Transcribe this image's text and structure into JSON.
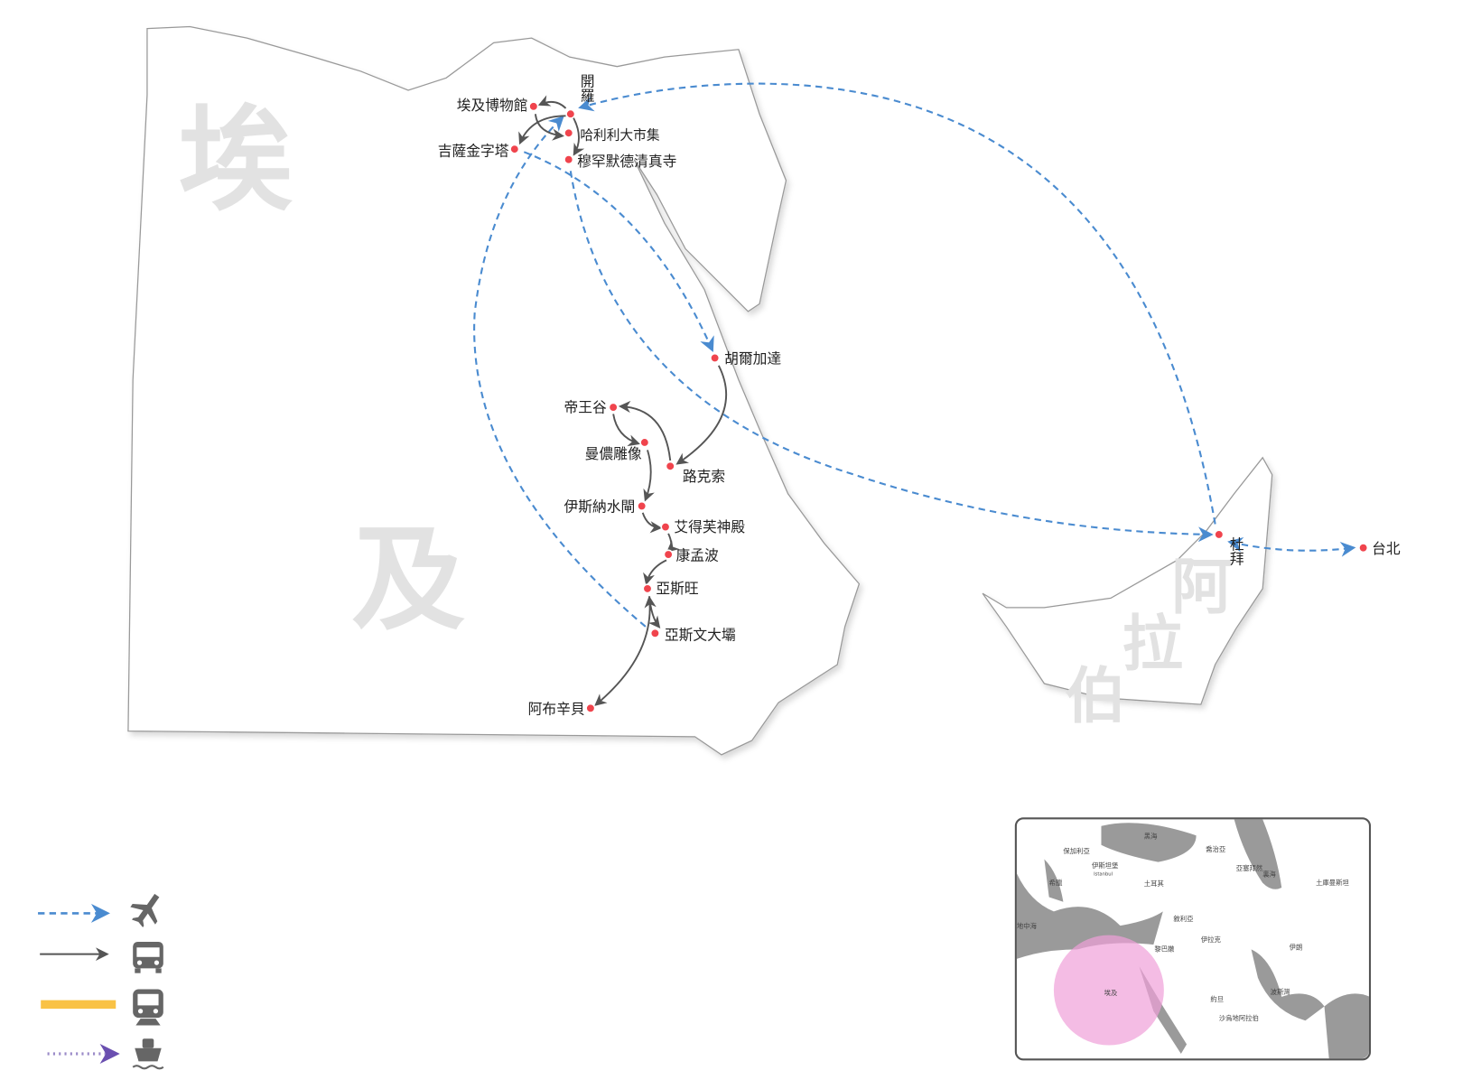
{
  "map": {
    "country_labels": {
      "egypt": [
        "埃",
        "及"
      ],
      "uae": [
        "阿",
        "拉",
        "伯"
      ]
    },
    "places": [
      {
        "id": "cairo",
        "name": "開羅"
      },
      {
        "id": "museum",
        "name": "埃及博物館"
      },
      {
        "id": "khan",
        "name": "哈利利大市集"
      },
      {
        "id": "giza",
        "name": "吉薩金字塔"
      },
      {
        "id": "mosque",
        "name": "穆罕默德清真寺"
      },
      {
        "id": "hurghada",
        "name": "胡爾加達"
      },
      {
        "id": "valley",
        "name": "帝王谷"
      },
      {
        "id": "memnon",
        "name": "曼儂雕像"
      },
      {
        "id": "luxor",
        "name": "路克索"
      },
      {
        "id": "esna",
        "name": "伊斯納水閘"
      },
      {
        "id": "edfu",
        "name": "艾得芙神殿"
      },
      {
        "id": "komombo",
        "name": "康孟波"
      },
      {
        "id": "aswan",
        "name": "亞斯旺"
      },
      {
        "id": "dam",
        "name": "亞斯文大壩"
      },
      {
        "id": "abusimbel",
        "name": "阿布辛貝"
      },
      {
        "id": "dubai",
        "name": "杜拜"
      },
      {
        "id": "taipei",
        "name": "台北"
      }
    ]
  },
  "legend": [
    {
      "mode": "flight",
      "icon": "airplane-icon",
      "color": "#4a8bd0"
    },
    {
      "mode": "bus",
      "icon": "bus-icon",
      "color": "#555555"
    },
    {
      "mode": "train",
      "icon": "train-icon",
      "color": "#f9c245"
    },
    {
      "mode": "ship",
      "icon": "ship-icon",
      "color": "#7b5fb5"
    }
  ],
  "inset": {
    "labels": [
      "黑海",
      "喬治亞",
      "裏海",
      "保加利亞",
      "伊斯坦堡",
      "Istanbul",
      "希臘",
      "土耳其",
      "亞塞拜然",
      "敘利亞",
      "黎巴嫩",
      "伊拉克",
      "伊朗",
      "約旦",
      "埃及",
      "地中海",
      "沙烏地阿拉伯",
      "波斯灣",
      "土庫曼斯坦"
    ],
    "highlight_color": "#f0a0d8"
  }
}
